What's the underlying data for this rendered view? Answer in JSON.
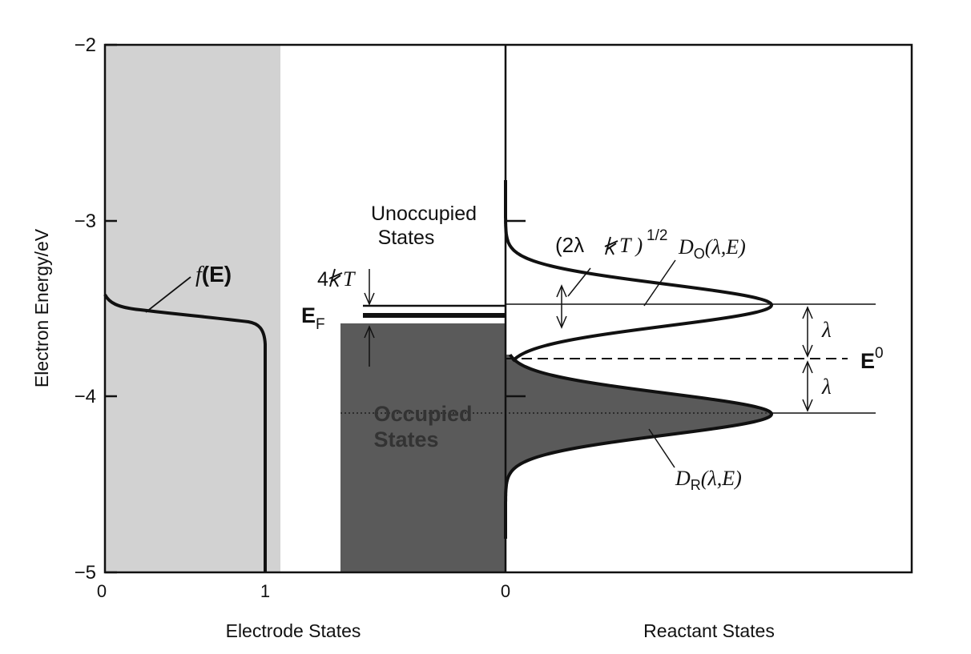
{
  "colors": {
    "ink": "#111111",
    "light_fill": "#d2d2d2",
    "dark_fill": "#5a5a5a",
    "background": "#ffffff"
  },
  "axis": {
    "ylabel": "Electron Energy/eV",
    "yticks": [
      "−2",
      "−3",
      "−4",
      "−5"
    ],
    "yrange": [
      -5,
      -2
    ],
    "electrode_xticks": [
      "0",
      "1"
    ],
    "reactant_xtick": "0"
  },
  "labels": {
    "electrode_panel": "Electrode States",
    "reactant_panel": "Reactant States",
    "unoccupied": [
      "Unoccupied",
      "States"
    ],
    "occupied": [
      "Occupied",
      "States"
    ],
    "fermi_func": "f",
    "fermi_func_arg": "(E)",
    "kt_width": "4",
    "kt_symbol": "T",
    "fermi_level": "E",
    "fermi_level_sub": "F",
    "width_expr_open": "(2λ",
    "width_expr_close": "T )",
    "width_expr_exp": "1/2",
    "d_ox": "D",
    "d_ox_sub": "O",
    "d_ox_args": "(λ,E)",
    "d_red": "D",
    "d_red_sub": "R",
    "d_red_args": "(λ,E)",
    "lambda_upper": "λ",
    "lambda_lower": "λ",
    "e0": "E",
    "e0_sup": "0"
  },
  "energies": {
    "fermi": -3.55,
    "e0": -3.78,
    "oxidized_peak": -3.48,
    "reduced_peak": -4.1,
    "lambda": 0.31
  }
}
